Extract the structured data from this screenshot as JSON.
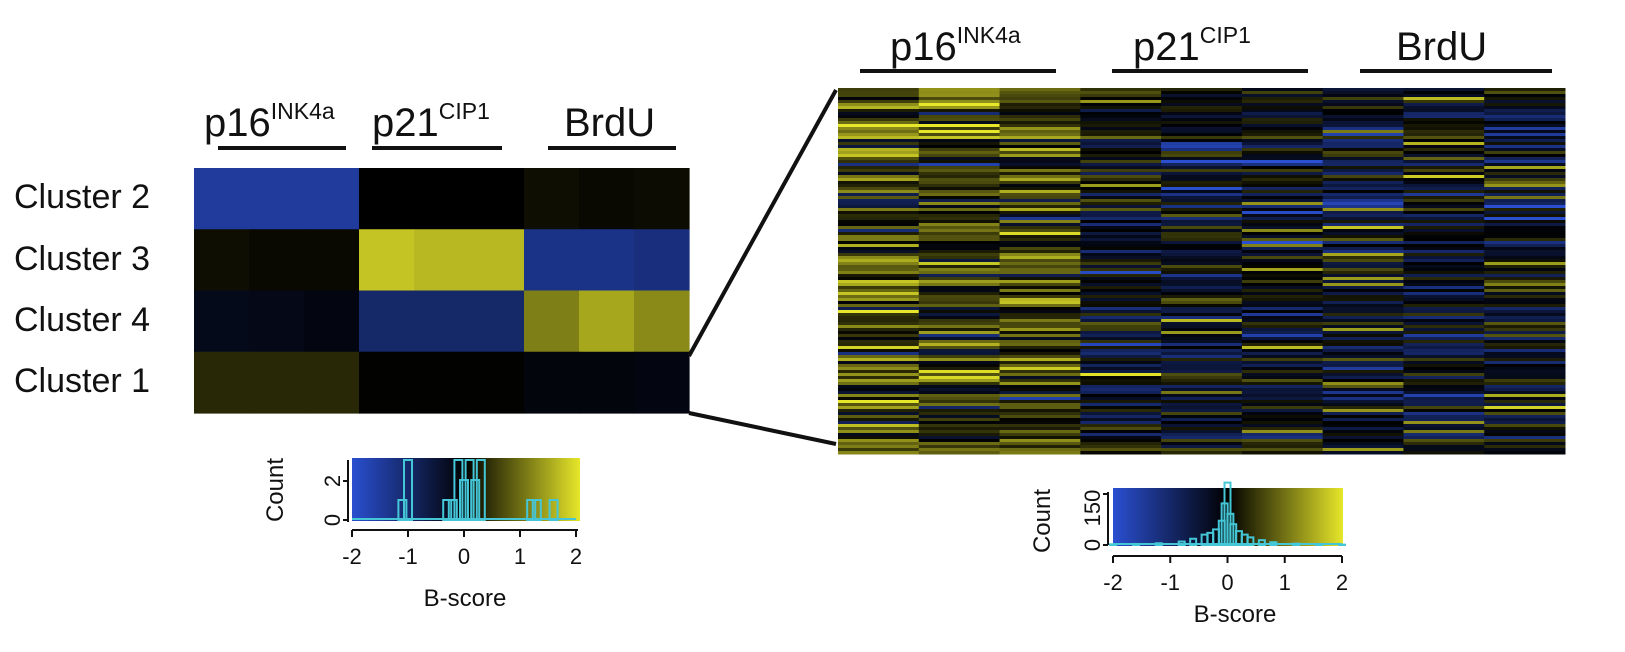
{
  "figure": {
    "left_panel": {
      "columns": [
        {
          "base": "p16",
          "sup": "INK4a"
        },
        {
          "base": "p21",
          "sup": "CIP1"
        },
        {
          "base": "BrdU",
          "sup": ""
        }
      ],
      "rows": [
        "Cluster 2",
        "Cluster 3",
        "Cluster 4",
        "Cluster 1"
      ]
    },
    "right_panel": {
      "columns": [
        {
          "base": "p16",
          "sup": "INK4a"
        },
        {
          "base": "p21",
          "sup": "CIP1"
        },
        {
          "base": "BrdU",
          "sup": ""
        }
      ]
    },
    "colors": {
      "low": "#2a4fd0",
      "mid": "#000000",
      "high": "#e6e62a",
      "hist_line": "#45c6d6"
    }
  },
  "chart_data": [
    {
      "type": "heatmap",
      "title": "",
      "column_groups": [
        "p16INK4a",
        "p21CIP1",
        "BrdU"
      ],
      "replicates_per_group": 3,
      "rows": [
        "Cluster 2",
        "Cluster 3",
        "Cluster 4",
        "Cluster 1"
      ],
      "values": [
        [
          -1.5,
          -1.5,
          -1.5,
          0.0,
          0.0,
          0.0,
          0.12,
          0.08,
          0.1
        ],
        [
          0.12,
          0.08,
          0.08,
          1.7,
          1.6,
          1.6,
          -1.3,
          -1.3,
          -1.2
        ],
        [
          -0.25,
          -0.22,
          -0.15,
          -1.0,
          -1.0,
          -1.0,
          1.1,
          1.45,
          1.2
        ],
        [
          0.35,
          0.35,
          0.35,
          0.02,
          0.02,
          0.02,
          -0.12,
          -0.12,
          -0.15
        ]
      ],
      "color_key": {
        "xlabel": "B-score",
        "ylabel": "Count",
        "xlim": [
          -2,
          2
        ],
        "xticks": [
          -2,
          -1,
          0,
          1,
          2
        ],
        "yticks": [
          0,
          2
        ],
        "histogram_x": [
          -1.1,
          -1.0,
          -0.3,
          -0.2,
          -0.1,
          0.0,
          0.1,
          0.2,
          0.3,
          1.2,
          1.3,
          1.6
        ],
        "histogram_y": [
          1,
          3,
          1,
          1,
          3,
          2,
          3,
          2,
          3,
          1,
          1,
          1
        ]
      }
    },
    {
      "type": "heatmap",
      "title": "",
      "column_groups": [
        "p16INK4a",
        "p21CIP1",
        "BrdU"
      ],
      "replicates_per_group": 3,
      "color_key": {
        "xlabel": "B-score",
        "ylabel": "Count",
        "xlim": [
          -2,
          2
        ],
        "xticks": [
          -2,
          -1,
          0,
          1,
          2
        ],
        "yticks": [
          0,
          150
        ],
        "histogram_x": [
          -2.0,
          -1.6,
          -1.2,
          -0.8,
          -0.6,
          -0.4,
          -0.3,
          -0.2,
          -0.1,
          -0.05,
          0.0,
          0.05,
          0.1,
          0.2,
          0.3,
          0.4,
          0.6,
          0.8,
          1.2,
          1.6,
          2.0
        ],
        "histogram_y": [
          2,
          3,
          5,
          10,
          18,
          30,
          35,
          45,
          70,
          120,
          180,
          90,
          60,
          40,
          30,
          22,
          14,
          8,
          4,
          2,
          1
        ]
      }
    }
  ]
}
